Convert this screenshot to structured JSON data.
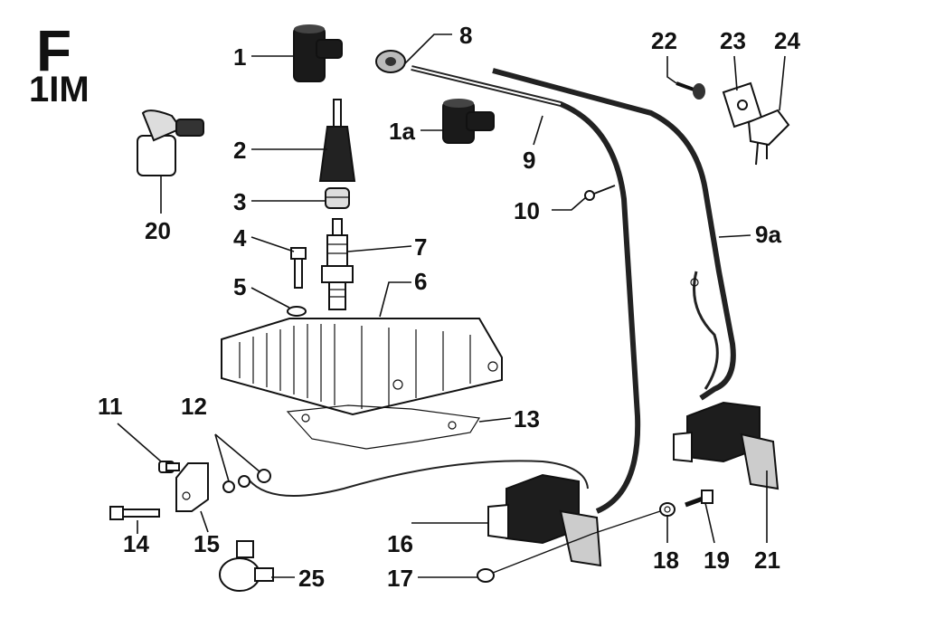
{
  "header": {
    "section_letter": "F",
    "model_code": "1IM"
  },
  "callouts": {
    "c1": "1",
    "c1a": "1a",
    "c2": "2",
    "c3": "3",
    "c4": "4",
    "c5": "5",
    "c6": "6",
    "c7": "7",
    "c8": "8",
    "c9": "9",
    "c9a": "9a",
    "c10": "10",
    "c11": "11",
    "c12": "12",
    "c13": "13",
    "c14": "14",
    "c15": "15",
    "c16": "16",
    "c17": "17",
    "c18": "18",
    "c19": "19",
    "c20": "20",
    "c21": "21",
    "c22": "22",
    "c23": "23",
    "c24": "24",
    "c25": "25"
  }
}
